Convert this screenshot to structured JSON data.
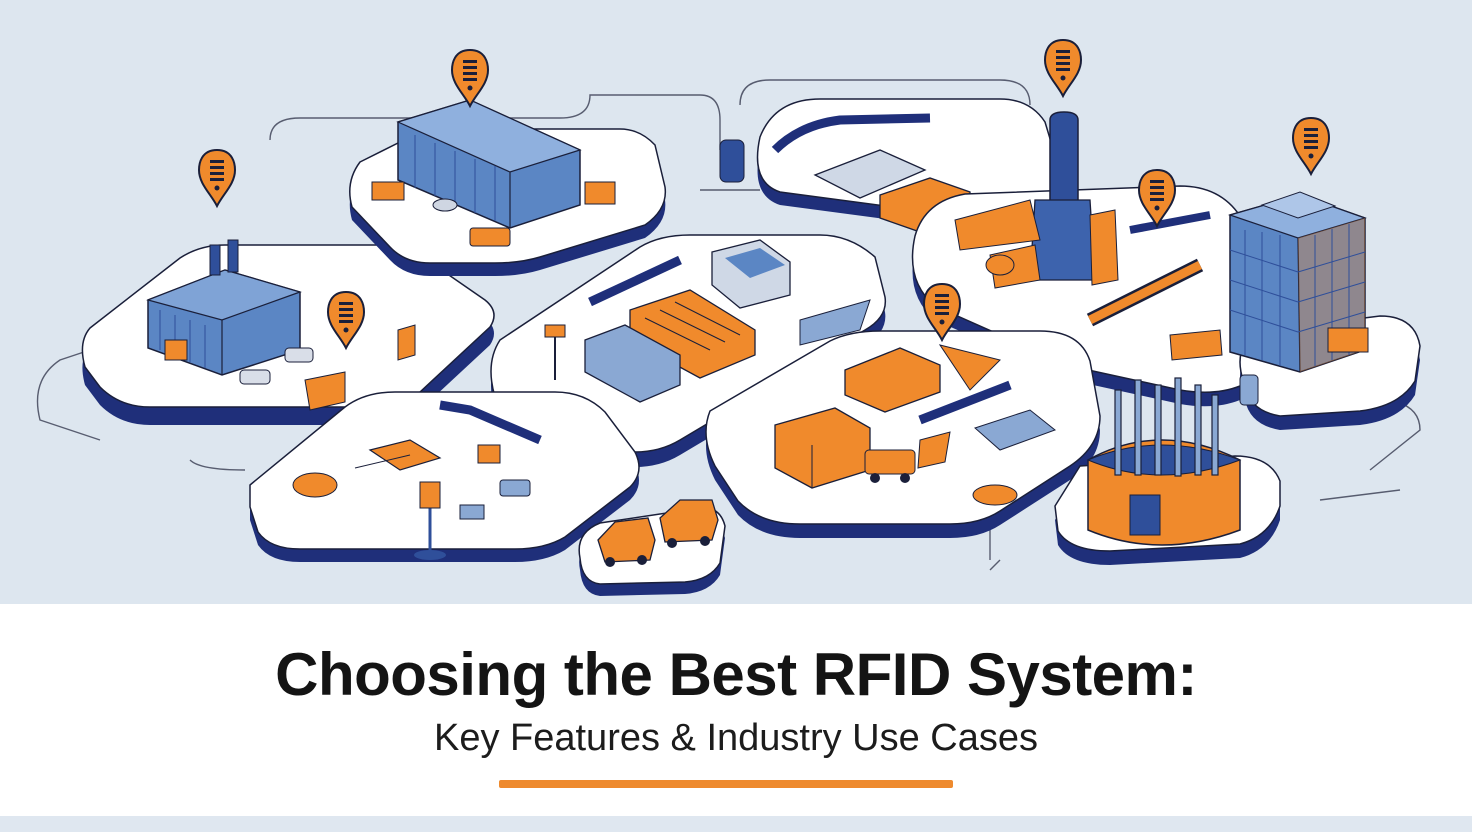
{
  "illustration": {
    "subject": "isometric RFID-enabled industrial campus",
    "icons": [
      "warehouse-icon",
      "factory-icon",
      "office-tower-icon",
      "silo-icon",
      "truck-icon",
      "van-icon",
      "conveyor-icon",
      "rfid-tag-marker-icon",
      "rfid-reader-pole-icon",
      "pallet-icon"
    ],
    "colors": {
      "background": "#dde6ef",
      "platform_top": "#ffffff",
      "platform_side": "#1f2f7a",
      "building_blue": "#5b86c4",
      "building_blue_dark": "#2f4f9a",
      "accent_orange": "#f08a2c",
      "outline": "#1a1f3a"
    }
  },
  "caption": {
    "title": "Choosing the Best RFID System:",
    "subtitle": "Key Features & Industry Use Cases",
    "accent_color": "#ee8a2e"
  }
}
